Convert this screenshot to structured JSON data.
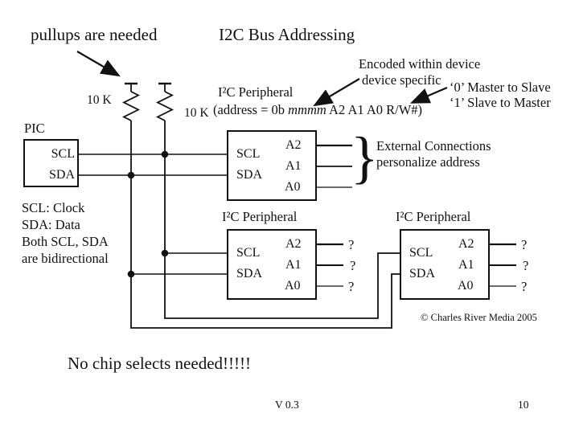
{
  "slide": {
    "pullups_note": "pullups are needed",
    "title": "I2C Bus Addressing",
    "no_chip_note": "No chip selects needed!!!!!",
    "version": "V 0.3",
    "page_number": "10",
    "copyright": "© Charles River Media 2005"
  },
  "annotations": {
    "encoded_line1": "Encoded within device",
    "encoded_line2": "device specific",
    "rw_line1": "‘0’ Master to Slave",
    "rw_line2": "‘1’ Slave to Master",
    "external_line1": "External Connections",
    "external_line2": "personalize address",
    "external_brace": "}",
    "signals_line1": "SCL: Clock",
    "signals_line2": "SDA: Data",
    "signals_line3": "Both SCL, SDA",
    "signals_line4": "are bidirectional",
    "pullup_left_value": "10 K",
    "pullup_right_value": "10 K"
  },
  "pic": {
    "title": "PIC",
    "pin_scl": "SCL",
    "pin_sda": "SDA"
  },
  "peripheral1": {
    "title": "I²C Peripheral",
    "address_prefix": "(address = 0b ",
    "address_device_bits": "mmmm",
    "address_suffix": " A2 A1 A0 R/W#)",
    "pin_scl": "SCL",
    "pin_sda": "SDA",
    "pin_a2": "A2",
    "pin_a1": "A1",
    "pin_a0": "A0"
  },
  "peripheral2": {
    "title": "I²C Peripheral",
    "pin_scl": "SCL",
    "pin_sda": "SDA",
    "pin_a2": "A2",
    "pin_a1": "A1",
    "pin_a0": "A0",
    "a2_value": "?",
    "a1_value": "?",
    "a0_value": "?"
  },
  "peripheral3": {
    "title": "I²C Peripheral",
    "pin_scl": "SCL",
    "pin_sda": "SDA",
    "pin_a2": "A2",
    "pin_a1": "A1",
    "pin_a0": "A0",
    "a2_value": "?",
    "a1_value": "?",
    "a0_value": "?"
  }
}
